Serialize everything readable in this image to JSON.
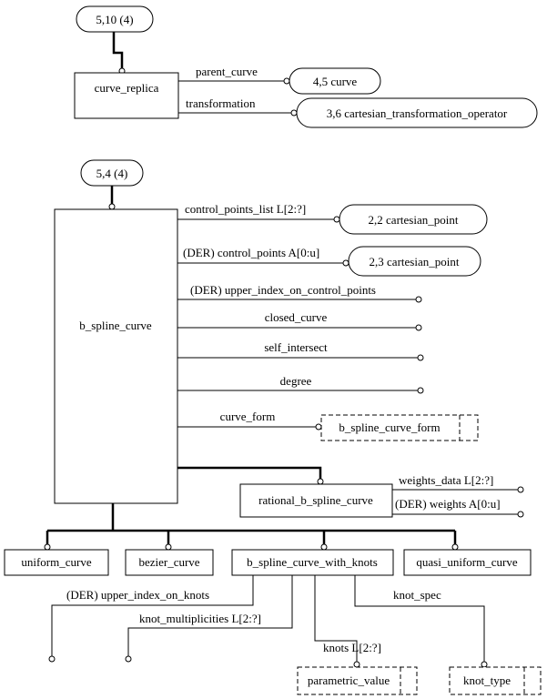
{
  "entities": {
    "curve_replica": "curve_replica",
    "b_spline_curve": "b_spline_curve",
    "rational_b_spline_curve": "rational_b_spline_curve",
    "uniform_curve": "uniform_curve",
    "bezier_curve": "bezier_curve",
    "b_spline_curve_with_knots": "b_spline_curve_with_knots",
    "quasi_uniform_curve": "quasi_uniform_curve"
  },
  "page_refs": {
    "curve_replica_ref": "5,10 (4)",
    "b_spline_curve_ref": "5,4 (4)",
    "curve": "4,5 curve",
    "cartesian_transformation_operator": "3,6 cartesian_transformation_operator",
    "cartesian_point_list": "2,2 cartesian_point",
    "cartesian_point_array": "2,3 cartesian_point"
  },
  "types": {
    "b_spline_curve_form": "b_spline_curve_form",
    "parametric_value": "parametric_value",
    "knot_type": "knot_type"
  },
  "attributes": {
    "parent_curve": "parent_curve",
    "transformation": "transformation",
    "control_points_list": "control_points_list L[2:?]",
    "control_points": "(DER) control_points A[0:u]",
    "upper_index_on_control_points": "(DER) upper_index_on_control_points",
    "closed_curve": "closed_curve",
    "self_intersect": "self_intersect",
    "degree": "degree",
    "curve_form": "curve_form",
    "weights_data": "weights_data L[2:?]",
    "weights": "(DER) weights A[0:u]",
    "upper_index_on_knots": "(DER) upper_index_on_knots",
    "knot_multiplicities": "knot_multiplicities L[2:?]",
    "knots": "knots L[2:?]",
    "knot_spec": "knot_spec"
  }
}
